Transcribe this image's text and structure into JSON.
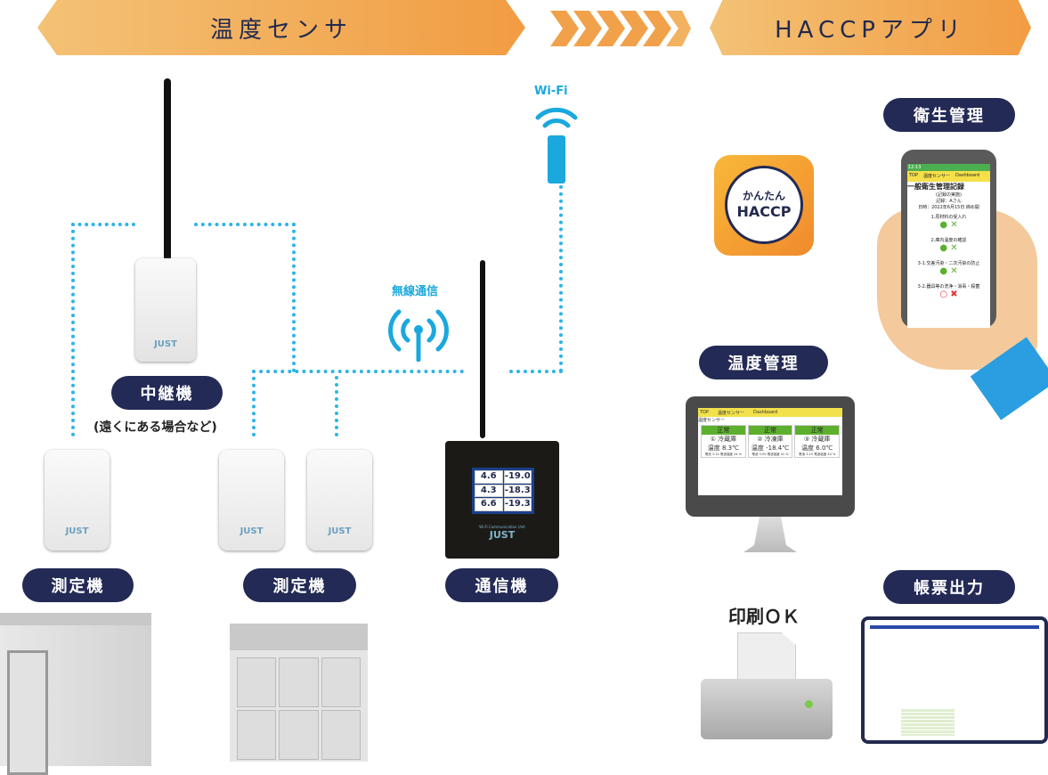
{
  "banners": {
    "left": "温度センサ",
    "right": "HACCPアプリ"
  },
  "labels": {
    "wifi": "Wi-Fi",
    "wireless": "無線通信",
    "repeater_note": "(遠くにある場合など)",
    "print_ok": "印刷ＯＫ",
    "brand": "JUST"
  },
  "badges": {
    "repeater": "中継機",
    "sensor": "測定機",
    "comm": "通信機",
    "hygiene": "衛生管理",
    "temp": "温度管理",
    "report": "帳票出力"
  },
  "comm_screen": {
    "readings": [
      "4.6",
      "-19.0",
      "4.3",
      "-18.3",
      "6.6",
      "-19.3"
    ],
    "unit": "℃",
    "footer": "Wi-Fi Communication Unit"
  },
  "app_icon": {
    "line1": "かんたん",
    "line2": "HACCP"
  },
  "phone": {
    "time": "12:13",
    "nav": [
      "TOP",
      "温度センサー",
      "Dashboard"
    ],
    "title": "一般衛生管理記録",
    "subtitle": "(記録の実施)",
    "recorder": "記録：Aさん",
    "date": "日時：2022年6月15日 締め開",
    "items": [
      "1.原材料の受入れ",
      "2.庫内温度の確認",
      "3-1.交差汚染・二次汚染の防止",
      "3-2.器具等の洗浄・消毒・殺菌"
    ]
  },
  "monitor": {
    "nav": [
      "TOP",
      "温度センサー",
      "Dashboard"
    ],
    "heading": "温度センサー",
    "cards": [
      {
        "status": "正常",
        "name": "① 冷蔵庫",
        "temp": "温度 8.3℃",
        "meta": "電池 3.1V 電波強度 24 %"
      },
      {
        "status": "正常",
        "name": "② 冷凍庫",
        "temp": "温度 -18.4℃",
        "meta": "電池 3.0V 電波強度 41 %"
      },
      {
        "status": "正常",
        "name": "③ 冷蔵庫",
        "temp": "温度 6.0℃",
        "meta": "電池 3.1V 電波強度 44 %"
      }
    ]
  },
  "colors": {
    "navy": "#232a55",
    "cyan": "#2cb4e6",
    "orange_start": "#f3c276",
    "orange_end": "#f29c42",
    "ok_green": "#5db02e"
  }
}
